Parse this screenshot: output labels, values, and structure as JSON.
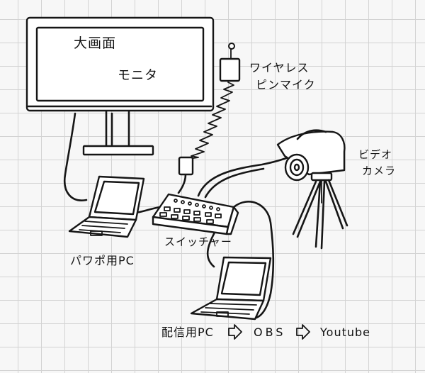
{
  "labels": {
    "monitor_line1": "大画面",
    "monitor_line2": "モニタ",
    "mic_line1": "ワイヤレス",
    "mic_line2": "ピンマイク",
    "camera_line1": "ビデオ",
    "camera_line2": "カメラ",
    "switcher": "スイッチャー",
    "presentation_pc": "パワポ用PC",
    "stream_pc": "配信用PC",
    "obs": "OBS",
    "youtube": "Youtube"
  },
  "colors": {
    "ink": "#161616",
    "grid": "#d3d3d3",
    "paper": "#f7f7f7"
  }
}
